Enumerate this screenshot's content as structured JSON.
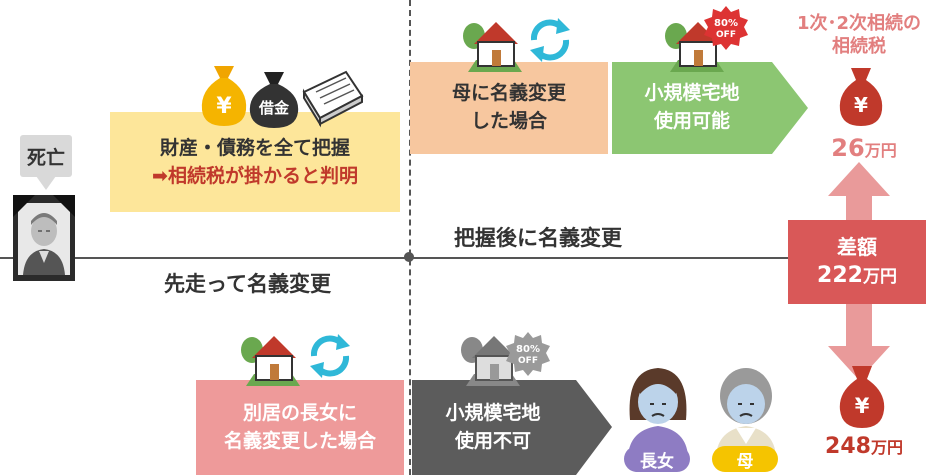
{
  "death": {
    "label": "死亡"
  },
  "assets_box": {
    "line1": "財産・債務を全て把握",
    "line2": "➡相続税が掛かると判明"
  },
  "loan_bag": {
    "label": "借金"
  },
  "yen_symbol": "¥",
  "timeline": {
    "upper_label": "把握後に名義変更",
    "lower_label": "先走って名義変更"
  },
  "upper_flow": {
    "transfer_box": {
      "line1": "母に名義変更",
      "line2": "した場合"
    },
    "result_box": {
      "line1": "小規模宅地",
      "line2": "使用可能"
    },
    "discount_badge": {
      "line1": "80%",
      "line2": "OFF"
    }
  },
  "lower_flow": {
    "transfer_box": {
      "line1": "別居の長女に",
      "line2": "名義変更した場合"
    },
    "result_box": {
      "line1": "小規模宅地",
      "line2": "使用不可"
    },
    "discount_badge": {
      "line1": "80%",
      "line2": "OFF"
    },
    "persons": [
      {
        "label": "長女"
      },
      {
        "label": "母"
      }
    ]
  },
  "tax_upper": {
    "title_line1": "1次･2次相続の",
    "title_line2": "相続税",
    "amount": "26",
    "unit": "万円"
  },
  "difference": {
    "line1": "差額",
    "amount": "222",
    "unit": "万円"
  },
  "tax_lower": {
    "amount": "248",
    "unit": "万円"
  },
  "colors": {
    "assets_box": "#fde69a",
    "upper_transfer": "#f7c79f",
    "upper_result": "#8cc672",
    "lower_transfer": "#ee9a9a",
    "lower_result": "#5c5c5c",
    "money_bag": "#c0392b",
    "tax_text": "#e27f7f",
    "arrow_pink": "#e99a9a",
    "diff_box": "#d95858",
    "highlight_red": "#c0392b",
    "death_label_bg": "#d9d9d9"
  }
}
